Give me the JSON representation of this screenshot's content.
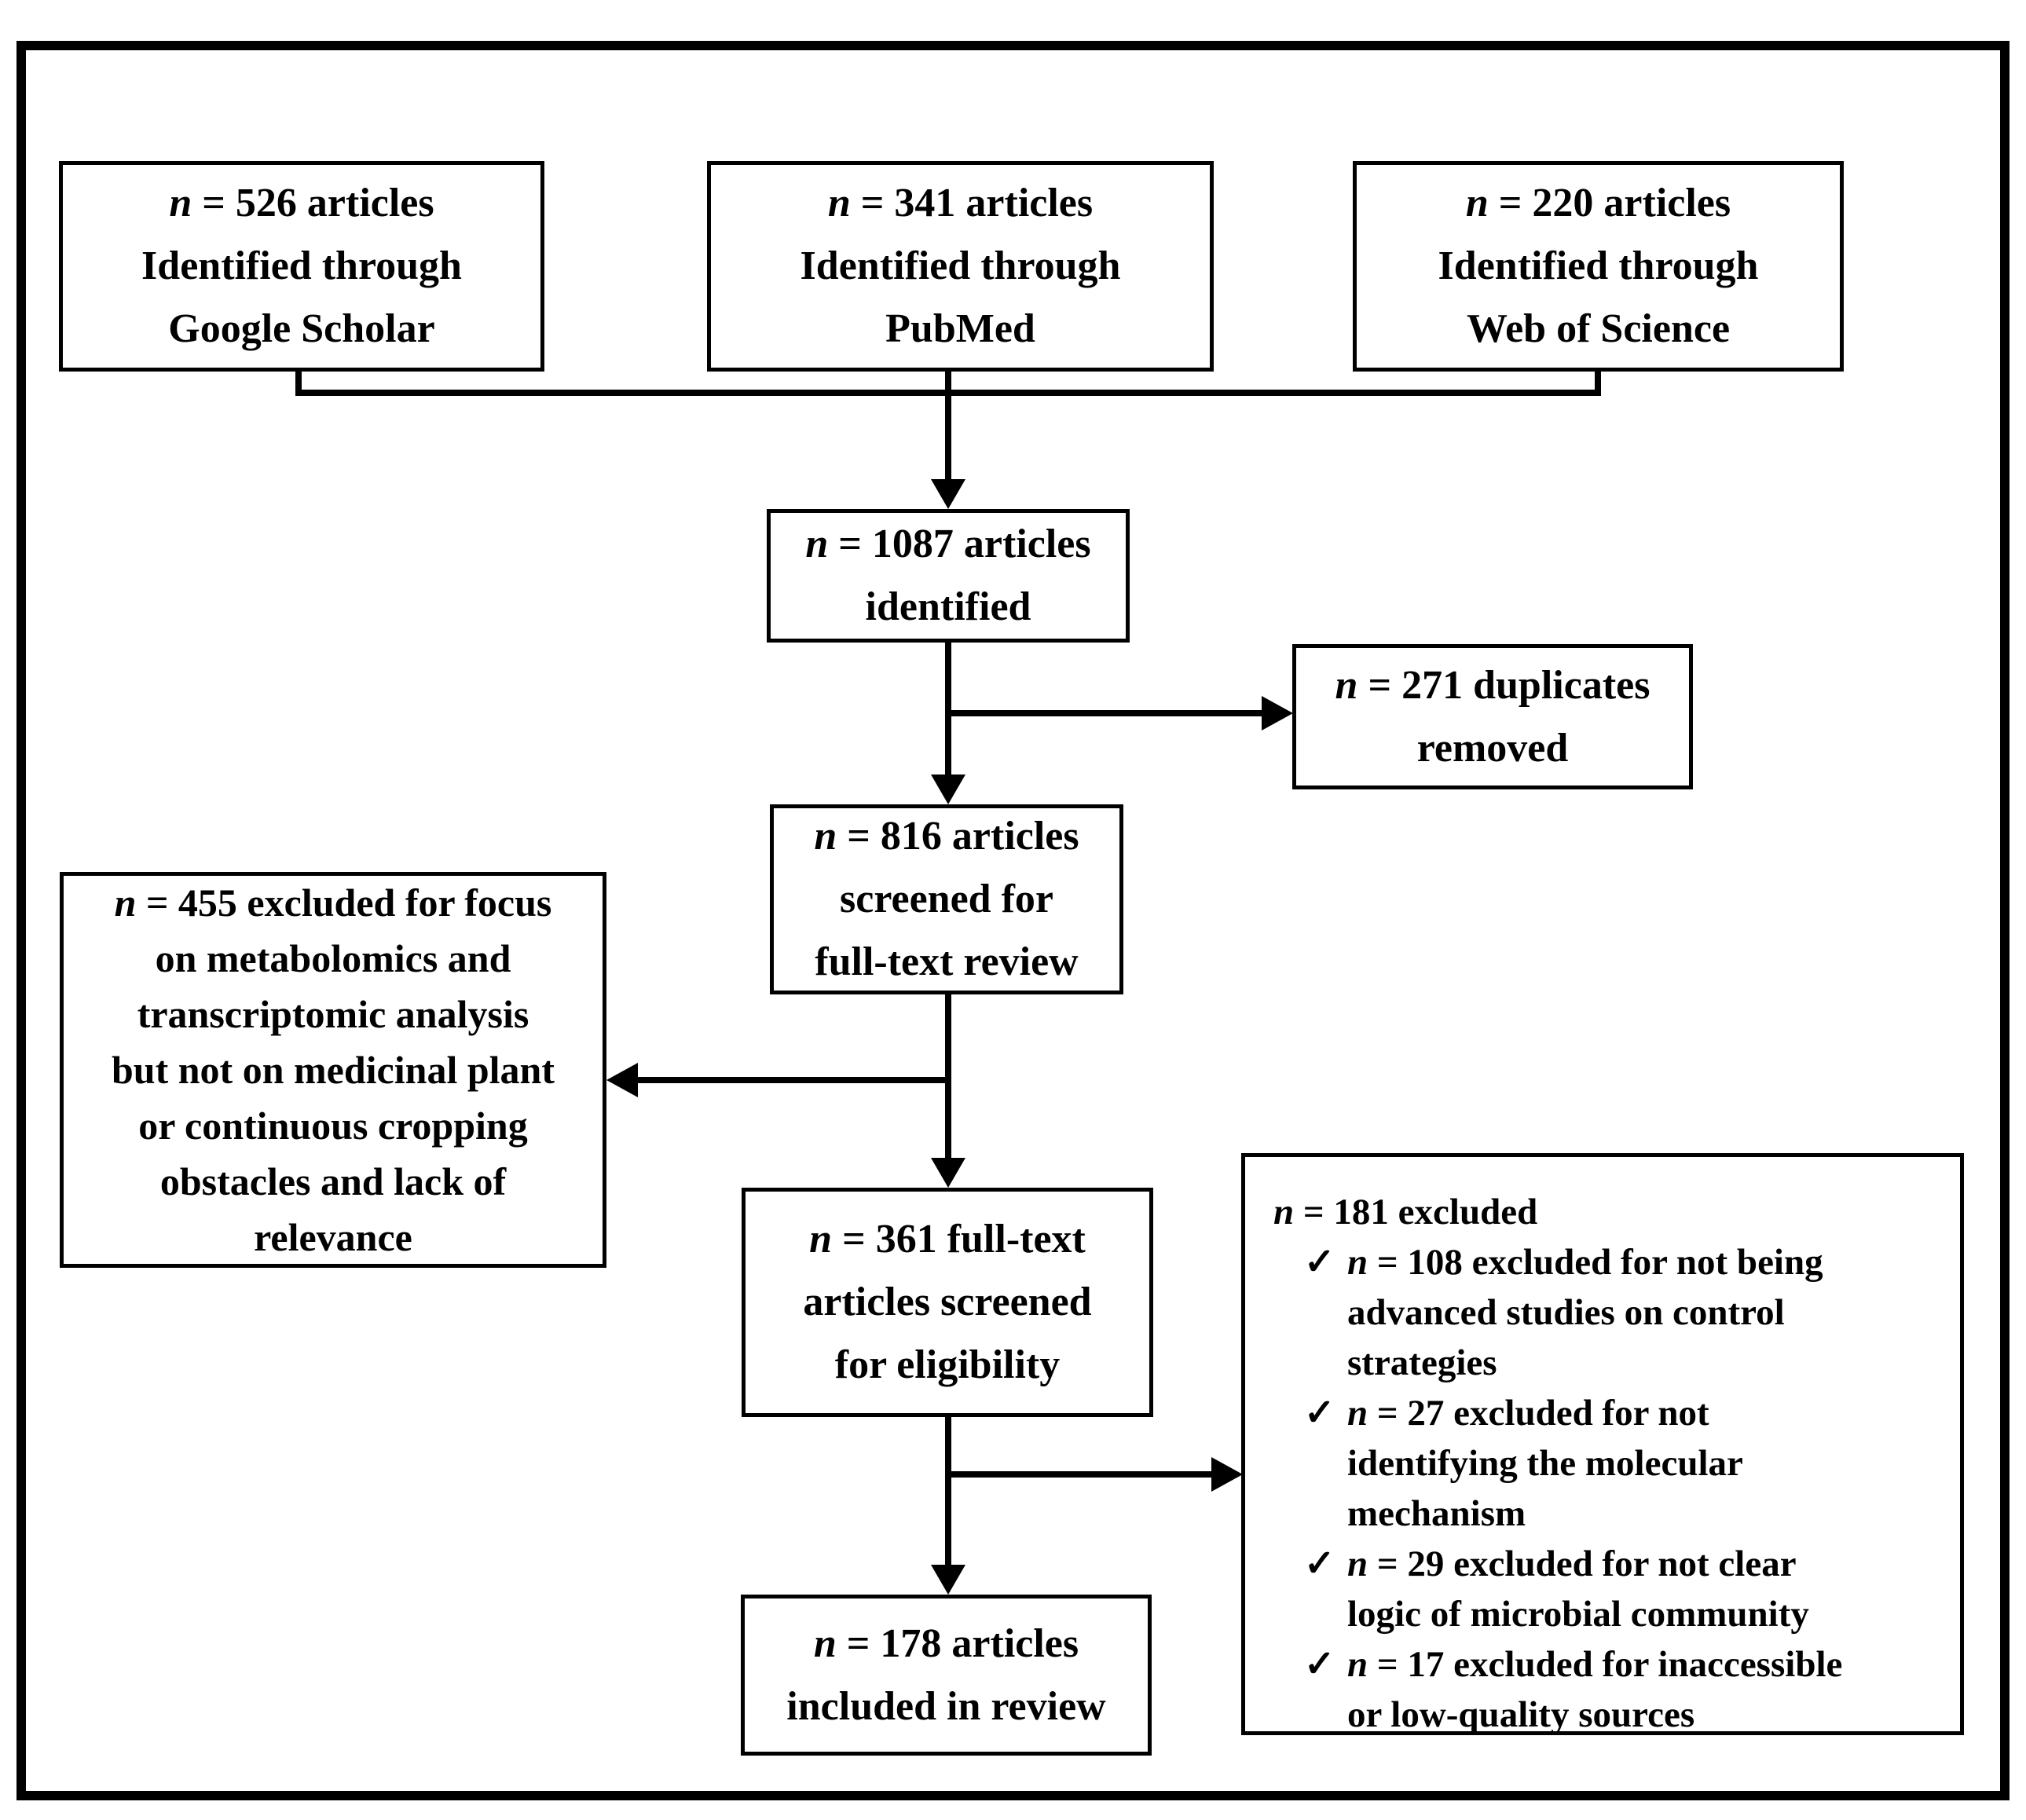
{
  "checkmark": "✓",
  "colors": {
    "line": "#000000",
    "background": "#ffffff"
  },
  "sources": {
    "google_scholar": {
      "lines": [
        "n = 526 articles",
        "Identified through",
        "Google Scholar"
      ]
    },
    "pubmed": {
      "lines": [
        "n = 341 articles",
        "Identified through",
        "PubMed"
      ]
    },
    "web_of_science": {
      "lines": [
        "n = 220 articles",
        "Identified through",
        "Web of Science"
      ]
    }
  },
  "identified": {
    "lines": [
      "n = 1087 articles",
      "identified"
    ]
  },
  "duplicates": {
    "lines": [
      "n = 271 duplicates",
      "removed"
    ]
  },
  "screened": {
    "lines": [
      "n = 816 articles",
      "screened for",
      "full-text review"
    ]
  },
  "excluded_left": {
    "lines": [
      "n = 455 excluded for focus",
      "on metabolomics and",
      "transcriptomic analysis",
      "but not on medicinal plant",
      "or continuous cropping",
      "obstacles and lack of",
      "relevance"
    ]
  },
  "eligibility": {
    "lines": [
      "n = 361 full-text",
      "articles screened",
      "for eligibility"
    ]
  },
  "excluded_right": {
    "heading": "n = 181 excluded",
    "items": [
      {
        "lines": [
          "n = 108 excluded for not being",
          "advanced studies on control",
          "strategies"
        ]
      },
      {
        "lines": [
          "n = 27 excluded for not",
          "identifying the molecular",
          "mechanism"
        ]
      },
      {
        "lines": [
          "n = 29 excluded for not clear",
          "logic of microbial community"
        ]
      },
      {
        "lines": [
          "n = 17 excluded for inaccessible",
          "or low-quality sources"
        ]
      }
    ]
  },
  "included": {
    "lines": [
      "n = 178 articles",
      "included in review"
    ]
  }
}
